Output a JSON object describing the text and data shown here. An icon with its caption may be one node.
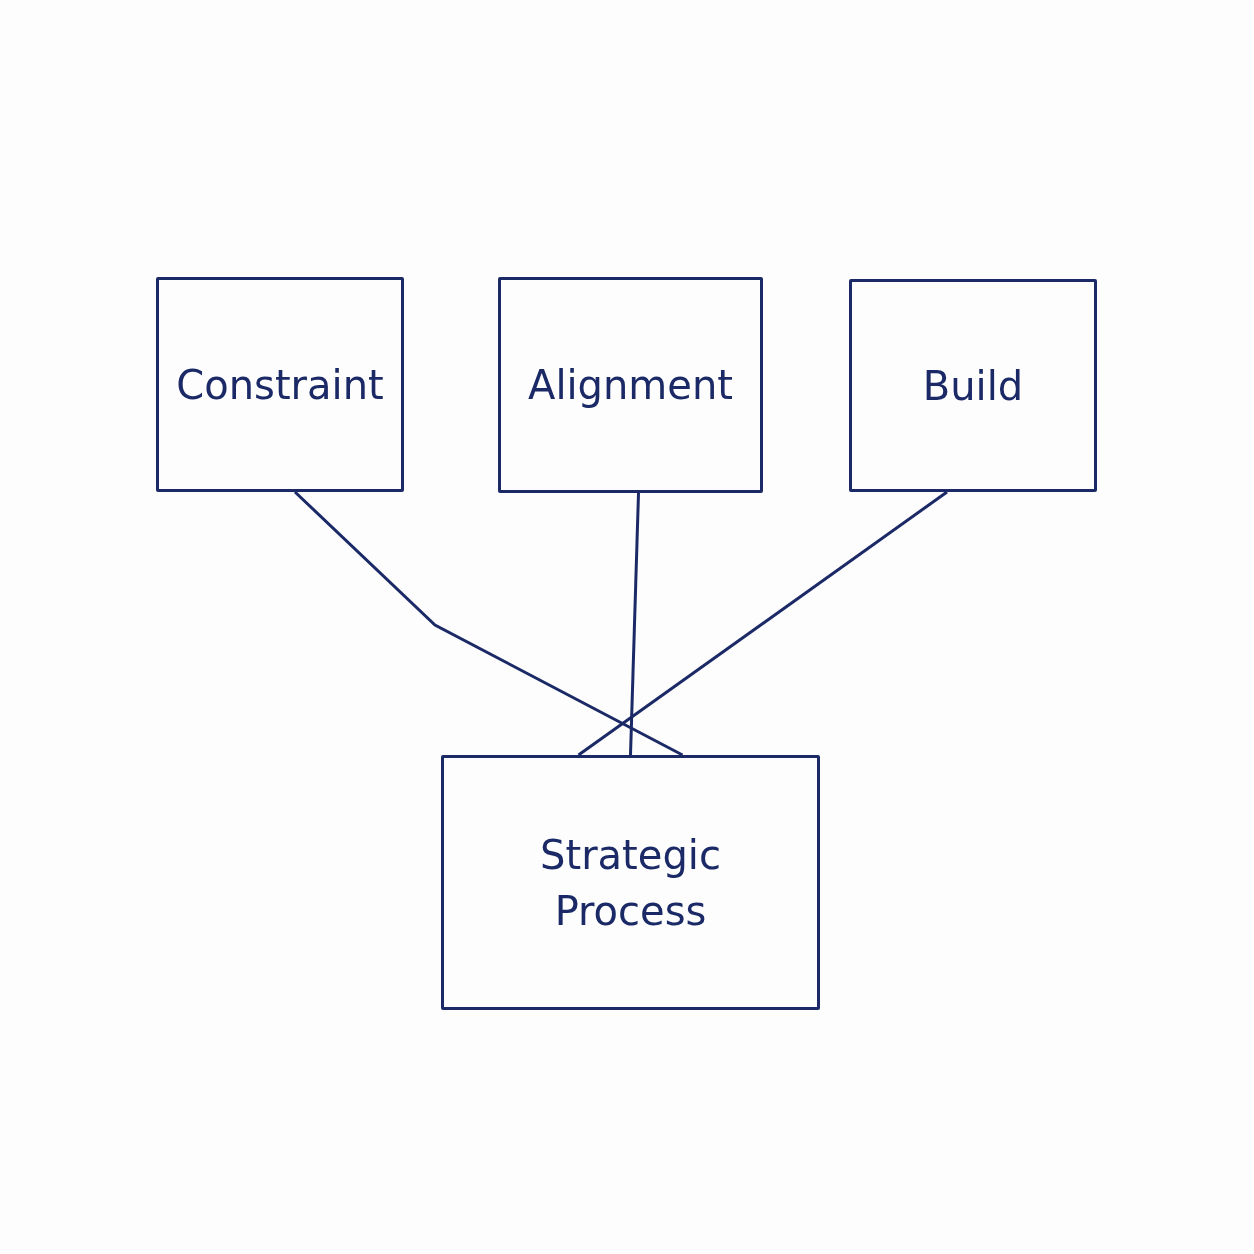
{
  "diagram": {
    "nodes": [
      {
        "text": [
          "Constraint"
        ]
      },
      {
        "text": [
          "Alignment"
        ]
      },
      {
        "text": [
          "Build"
        ]
      },
      {
        "text": [
          "Strategic Process"
        ]
      }
    ],
    "edges": [
      {
        "from": 0,
        "to": 3,
        "arrow": "none"
      },
      {
        "from": 1,
        "to": 3,
        "arrow": "none"
      },
      {
        "from": 2,
        "to": 3,
        "arrow": "none"
      }
    ]
  }
}
